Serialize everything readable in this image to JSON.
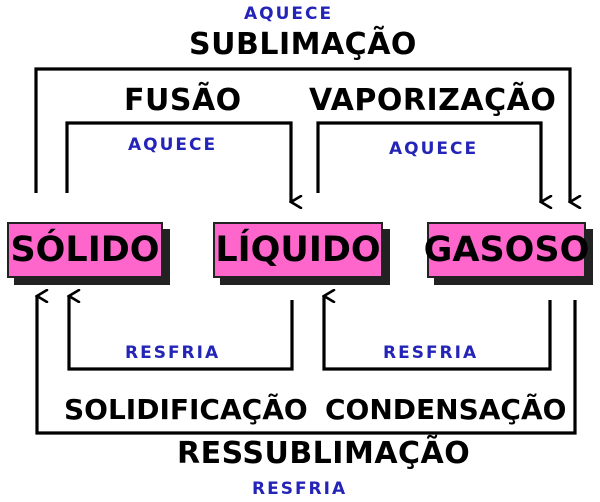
{
  "colors": {
    "state_fill": "#ff66cc",
    "annotation": "#2424b8",
    "arrow": "#000000"
  },
  "states": {
    "solid": "SÓLIDO",
    "liquid": "LÍQUIDO",
    "gas": "GASOSO"
  },
  "transitions": {
    "sublimation": {
      "label": "SUBLIMAÇÃO",
      "note": "AQUECE"
    },
    "fusion": {
      "label": "FUSÃO",
      "note": "AQUECE"
    },
    "vaporization": {
      "label": "VAPORIZAÇÃO",
      "note": "AQUECE"
    },
    "solidification": {
      "label": "SOLIDIFICAÇÃO",
      "note": "RESFRIA"
    },
    "condensation": {
      "label": "CONDENSAÇÃO",
      "note": "RESFRIA"
    },
    "resublimation": {
      "label": "RESSUBLIMAÇÃO",
      "note": "RESFRIA"
    }
  }
}
